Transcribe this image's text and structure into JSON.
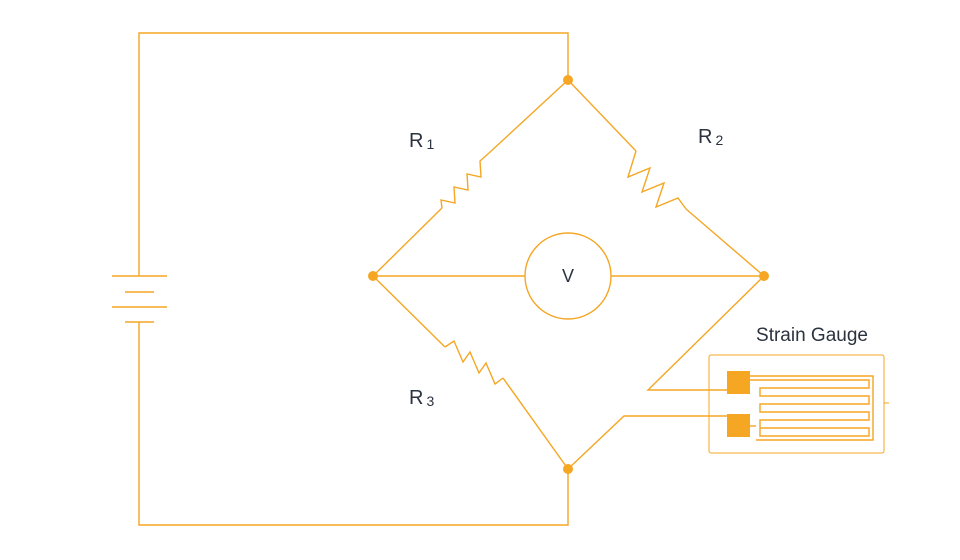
{
  "labels": {
    "r1": {
      "letter": "R",
      "sub": "1"
    },
    "r2": {
      "letter": "R",
      "sub": "2"
    },
    "r3": {
      "letter": "R",
      "sub": "3"
    },
    "voltmeter": "V",
    "strain_gauge": "Strain Gauge"
  },
  "colors": {
    "wire": "#F5A623",
    "text": "#2b3340",
    "background": "#ffffff"
  }
}
